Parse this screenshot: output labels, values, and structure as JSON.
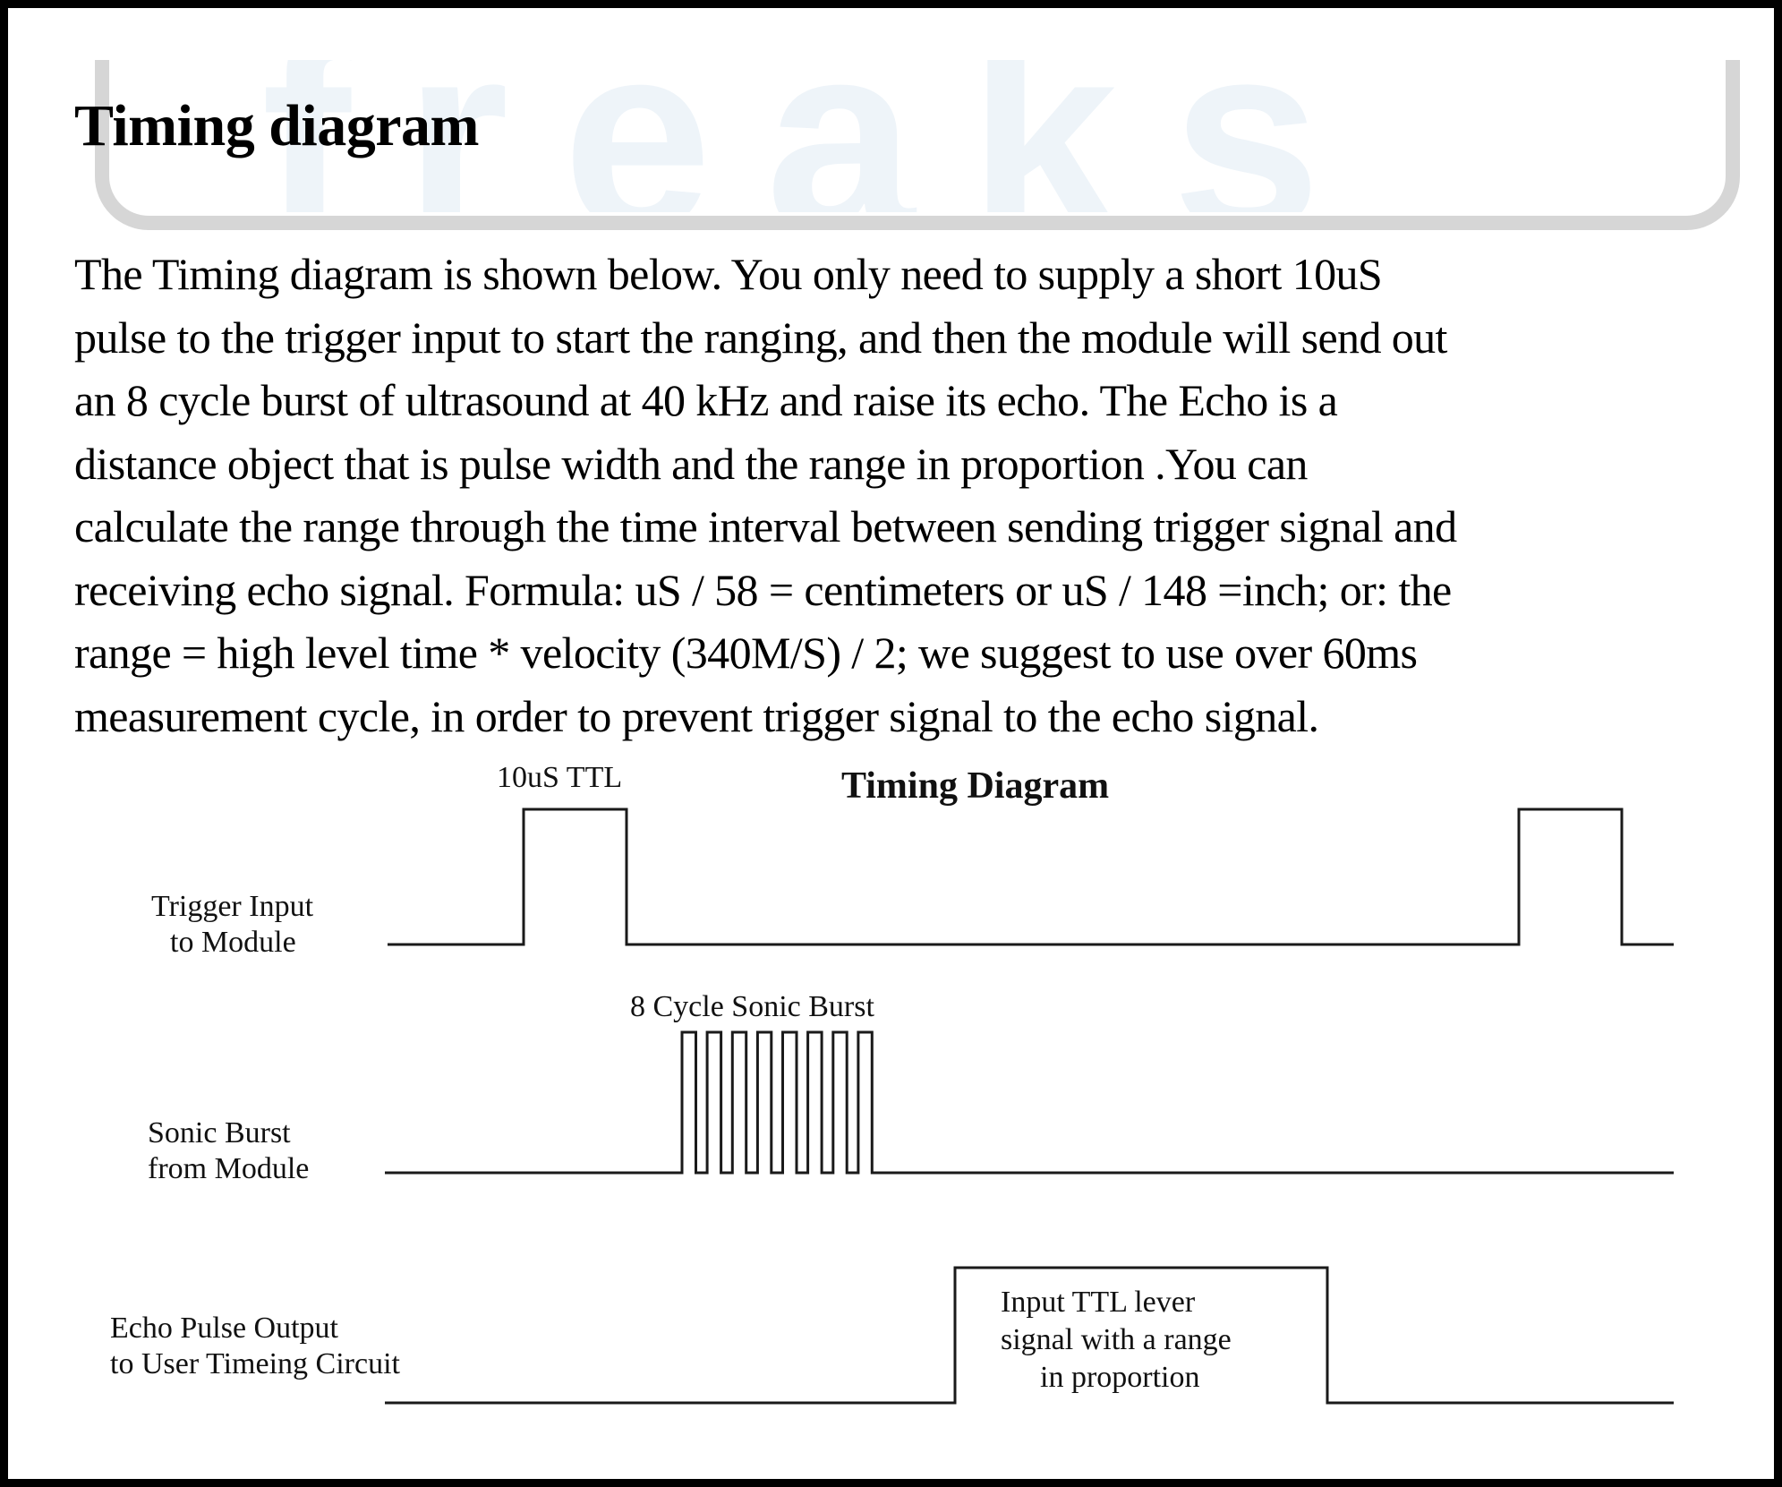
{
  "watermark": {
    "text": "freaks"
  },
  "heading": "Timing diagram",
  "paragraph_lines": [
    "The Timing diagram is shown below. You only need to supply a short 10uS",
    "pulse to the trigger input to start the ranging, and then the module will send out",
    "an 8 cycle burst of ultrasound at 40 kHz and raise its echo. The Echo is a",
    "distance object that is pulse width and the range in proportion .You can",
    "calculate the range through the time interval between sending trigger signal and",
    "receiving echo signal. Formula: uS / 58 = centimeters or uS / 148 =inch; or: the",
    "range = high level time * velocity (340M/S) / 2; we suggest to use over 60ms",
    "measurement cycle, in order to prevent trigger signal to the echo signal."
  ],
  "diagram": {
    "title": "Timing  Diagram",
    "pulse_label": "10uS TTL",
    "burst_label": "8 Cycle Sonic Burst",
    "echo_label": [
      "Input TTL lever",
      "signal with a range",
      "in proportion"
    ],
    "signals": [
      {
        "label": [
          "Trigger Input",
          "to Module"
        ]
      },
      {
        "label": [
          "Sonic Burst",
          "from Module"
        ]
      },
      {
        "label": [
          "Echo Pulse Output",
          "to User Timeing Circuit"
        ]
      }
    ],
    "burst_cycles": 8
  }
}
